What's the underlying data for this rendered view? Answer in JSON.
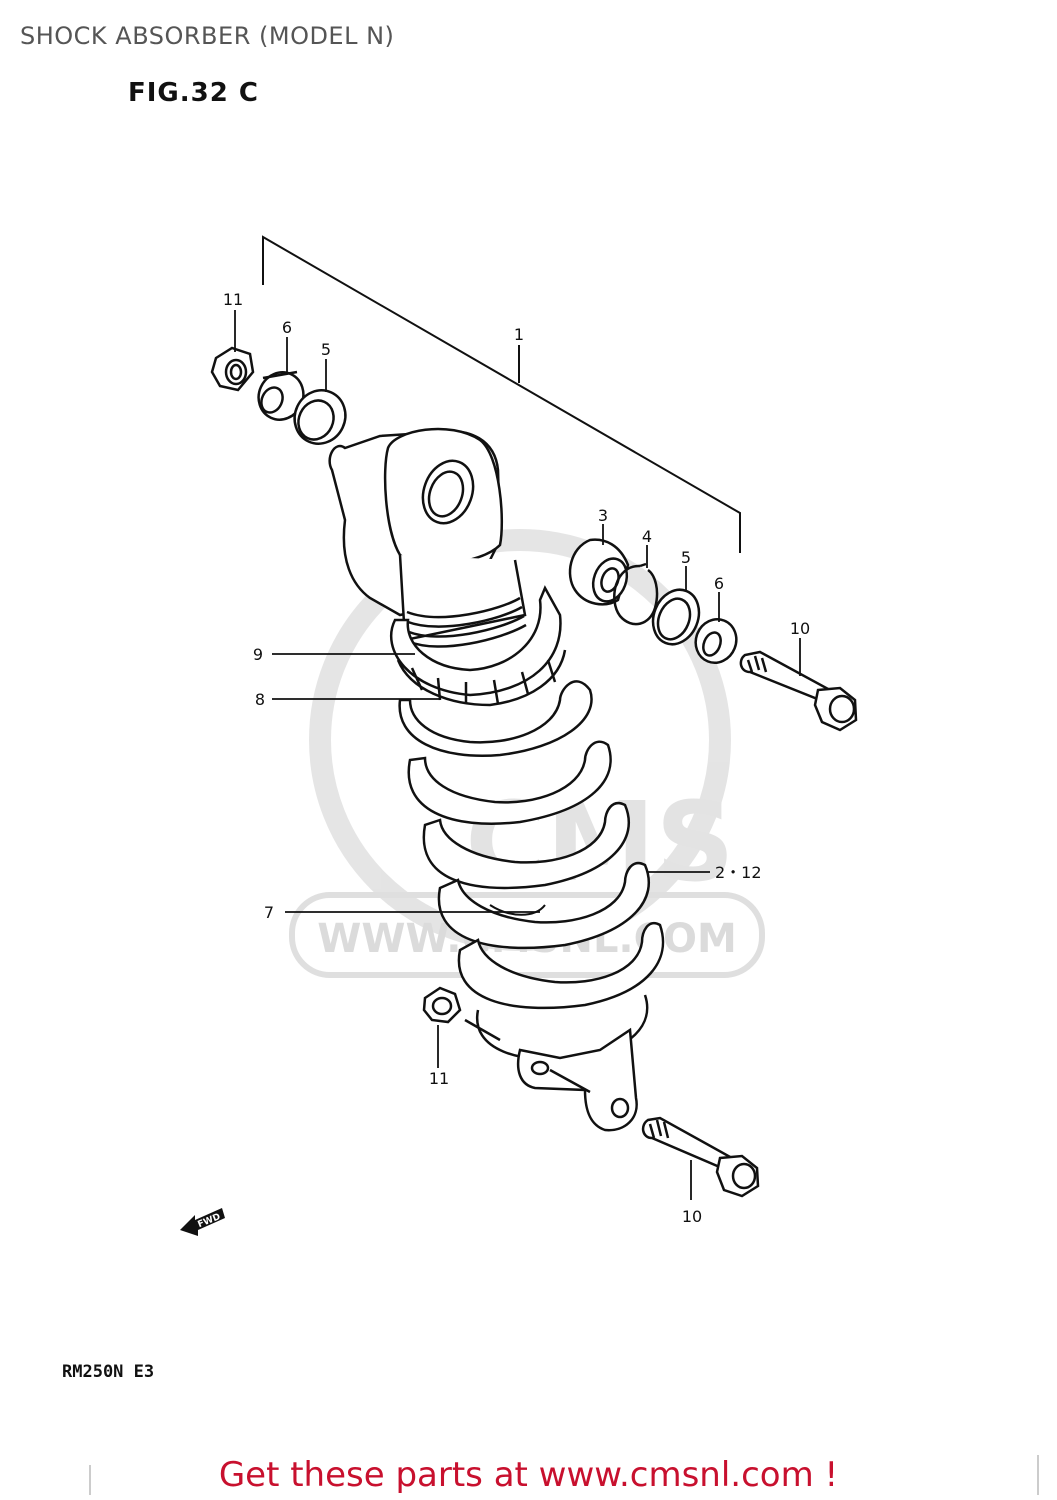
{
  "header": {
    "title": "SHOCK ABSORBER (MODEL N)"
  },
  "figure": {
    "label": "FIG.32 C"
  },
  "model_code": "RM250N E3",
  "footer": {
    "text": "Get these parts at www.cmsnl.com !"
  },
  "watermark": {
    "text": "WWW.CMSNL.COM",
    "brand": "CMS"
  },
  "fwd_arrow": {
    "text": "FWD"
  },
  "callouts": {
    "c1": "1",
    "c2": "2・12",
    "c3": "3",
    "c4": "4",
    "c5a": "5",
    "c5b": "5",
    "c6a": "6",
    "c6b": "6",
    "c7": "7",
    "c8": "8",
    "c9": "9",
    "c10a": "10",
    "c10b": "10",
    "c11a": "11",
    "c11b": "11"
  },
  "colors": {
    "footer": "#c8102e",
    "ink": "#111111",
    "watermark": "#d8d8d8"
  }
}
